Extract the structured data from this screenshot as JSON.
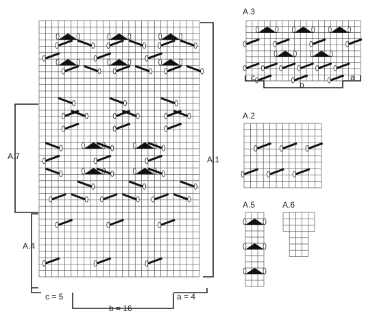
{
  "charts": {
    "main": {
      "cols": 25,
      "rows": 40,
      "motifs": {
        "triangle": [
          [
            4,
            2
          ],
          [
            12,
            2
          ],
          [
            20,
            2
          ],
          [
            4,
            6
          ],
          [
            12,
            6
          ],
          [
            20,
            6
          ],
          [
            8,
            19
          ],
          [
            16,
            19
          ],
          [
            8,
            23
          ],
          [
            16,
            23
          ]
        ],
        "cable_right": [
          [
            3,
            3
          ],
          [
            11,
            3
          ],
          [
            19,
            3
          ],
          [
            4,
            7
          ],
          [
            12,
            7
          ],
          [
            20,
            7
          ],
          [
            4,
            14
          ],
          [
            12,
            14
          ],
          [
            20,
            14
          ],
          [
            4,
            16
          ],
          [
            12,
            16
          ],
          [
            20,
            16
          ],
          [
            2,
            27
          ],
          [
            10,
            27
          ],
          [
            18,
            27
          ],
          [
            3,
            31
          ],
          [
            11,
            31
          ],
          [
            19,
            31
          ],
          [
            1,
            37
          ],
          [
            9,
            37
          ],
          [
            17,
            37
          ]
        ],
        "cable_left": [
          [
            6,
            3
          ],
          [
            14,
            3
          ],
          [
            22,
            3
          ],
          [
            7,
            7
          ],
          [
            15,
            7
          ],
          [
            23,
            7
          ],
          [
            3,
            12
          ],
          [
            11,
            12
          ],
          [
            19,
            12
          ],
          [
            5,
            14
          ],
          [
            13,
            14
          ],
          [
            21,
            14
          ],
          [
            1,
            19
          ],
          [
            9,
            19
          ],
          [
            17,
            19
          ],
          [
            1,
            23
          ],
          [
            9,
            23
          ],
          [
            17,
            23
          ],
          [
            6,
            25
          ],
          [
            14,
            25
          ],
          [
            22,
            25
          ],
          [
            5,
            27
          ],
          [
            13,
            27
          ],
          [
            21,
            27
          ]
        ],
        "cable_up": [
          [
            1,
            5
          ],
          [
            9,
            5
          ],
          [
            17,
            5
          ],
          [
            1,
            21
          ],
          [
            9,
            21
          ],
          [
            17,
            21
          ]
        ]
      }
    },
    "a3": {
      "cols": 19,
      "rows": 10,
      "motifs": {
        "triangle": [
          [
            3,
            1
          ],
          [
            9,
            1
          ],
          [
            15,
            1
          ],
          [
            6,
            5
          ],
          [
            12,
            5
          ]
        ],
        "cable_right": [
          [
            0,
            3
          ],
          [
            5,
            3
          ],
          [
            11,
            3
          ],
          [
            17,
            3
          ],
          [
            3,
            7
          ],
          [
            9,
            7
          ],
          [
            15,
            7
          ]
        ],
        "cable_up": [
          [
            2,
            9
          ],
          [
            8,
            9
          ],
          [
            14,
            9
          ],
          [
            0,
            7
          ],
          [
            6,
            7
          ],
          [
            12,
            7
          ]
        ]
      }
    },
    "a2": {
      "cols": 12,
      "rows": 10,
      "motifs": {
        "cable_right": [
          [
            2,
            3
          ],
          [
            6,
            3
          ],
          [
            10,
            3
          ],
          [
            0,
            7
          ],
          [
            4,
            7
          ],
          [
            8,
            7
          ]
        ]
      }
    },
    "a5": {
      "cols": 3,
      "rows": 12,
      "motifs": {
        "triangle": [
          [
            1,
            1
          ],
          [
            1,
            5
          ],
          [
            1,
            9
          ]
        ]
      }
    },
    "a6": {
      "cols": 5,
      "rows": 7
    }
  },
  "labels": {
    "a1": "A.1",
    "a2": "A.2",
    "a3": "A.3",
    "a4": "A.4",
    "a5": "A.5",
    "a6": "A.6",
    "a7": "A.7",
    "main_c": "c = 5",
    "main_b": "b = 16",
    "main_a": "a = 4",
    "a3_c": "c",
    "a3_b": "b",
    "a3_a": "a"
  }
}
